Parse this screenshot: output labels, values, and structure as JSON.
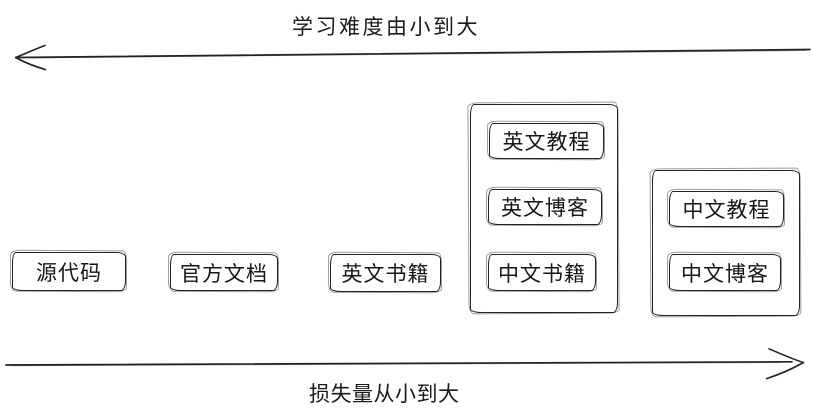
{
  "diagram": {
    "axes": {
      "top": {
        "label": "学习难度由小到大",
        "direction": "left"
      },
      "bottom": {
        "label": "损失量从小到大",
        "direction": "right"
      }
    },
    "standalone_boxes": [
      {
        "label": "源代码"
      },
      {
        "label": "官方文档"
      },
      {
        "label": "英文书籍"
      }
    ],
    "groups": [
      {
        "items": [
          {
            "label": "英文教程"
          },
          {
            "label": "英文博客"
          },
          {
            "label": "中文书籍"
          }
        ]
      },
      {
        "items": [
          {
            "label": "中文教程"
          },
          {
            "label": "中文博客"
          }
        ]
      }
    ],
    "colors": {
      "stroke": "#232323",
      "text": "#161616",
      "background": "#ffffff"
    }
  }
}
